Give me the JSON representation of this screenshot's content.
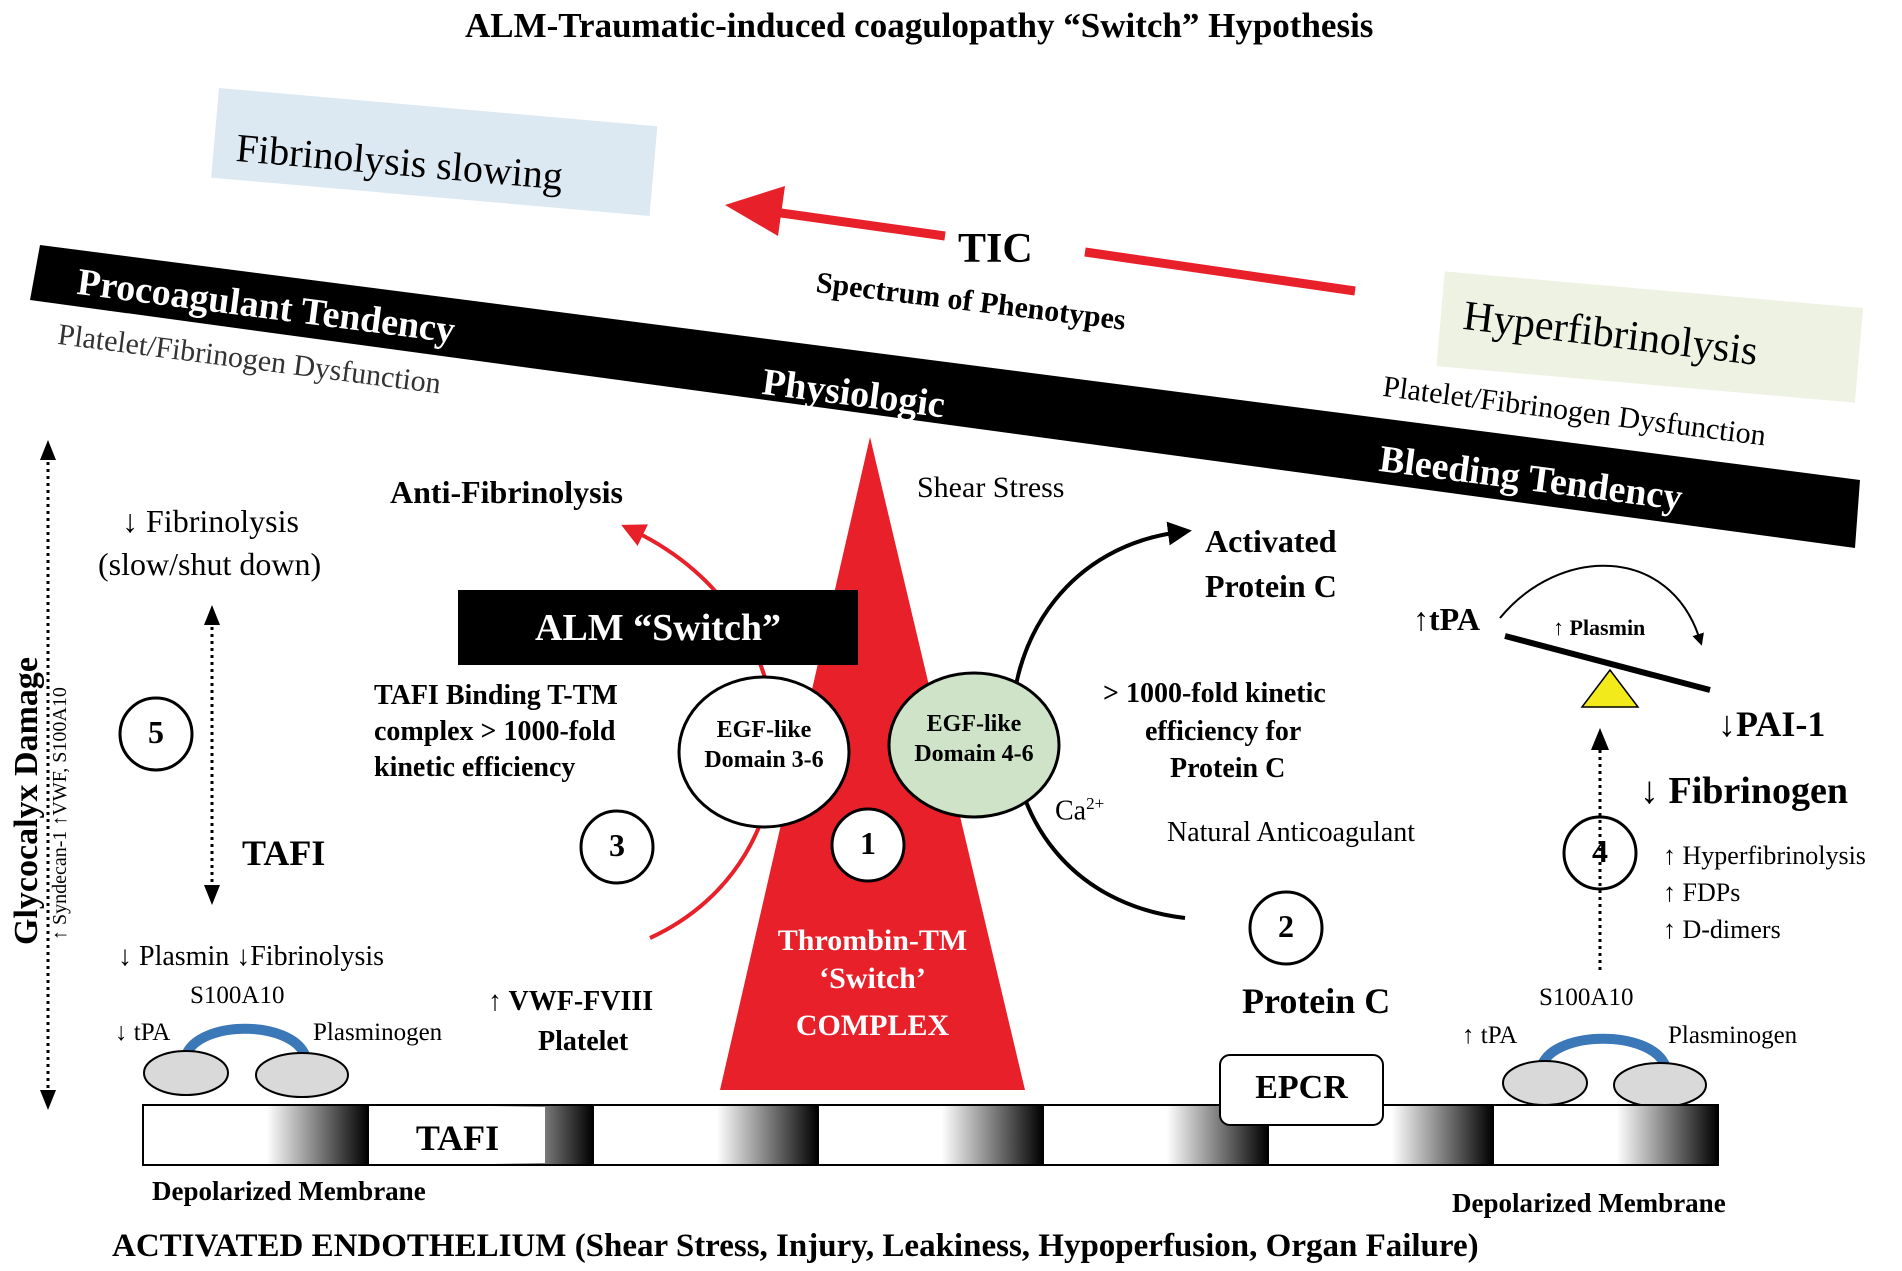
{
  "title": "ALM-Traumatic-induced coagulopathy “Switch” Hypothesis",
  "top": {
    "fibrinolysis_slowing": "Fibrinolysis slowing",
    "tic": "TIC",
    "spectrum": "Spectrum of Phenotypes",
    "hyperfibrinolysis": "Hyperfibrinolysis"
  },
  "bar": {
    "procoagulant": "Procoagulant Tendency",
    "physiologic": "Physiologic",
    "bleeding": "Bleeding Tendency",
    "dysfunction_left": "Platelet/Fibrinogen Dysfunction",
    "dysfunction_right": "Platelet/Fibrinogen Dysfunction"
  },
  "left": {
    "fibrinolysis_down_1": "↓ Fibrinolysis",
    "fibrinolysis_down_2": "(slow/shut down)",
    "step5": "5",
    "tafi": "TAFI",
    "glycocalyx": "Glycocalyx Damage",
    "markers": "↑ Syndecan-1  ↑VWF, S100A10",
    "plasmin_row": "↓ Plasmin  ↓Fibrinolysis",
    "s100a10": "S100A10",
    "tpa": "↓ tPA",
    "plasminogen": "Plasminogen"
  },
  "center": {
    "anti_fibrinolysis": "Anti-Fibrinolysis",
    "alm_switch": "ALM “Switch”",
    "tafi_binding_1": "TAFI Binding T-TM",
    "tafi_binding_2": "complex > 1000-fold",
    "tafi_binding_3": "kinetic efficiency",
    "egf36_1": "EGF-like",
    "egf36_2": "Domain 3-6",
    "egf46_1": "EGF-like",
    "egf46_2": "Domain 4-6",
    "shear_stress": "Shear Stress",
    "step1": "1",
    "step3": "3",
    "thrombin_1": "Thrombin-TM",
    "thrombin_2": "‘Switch’",
    "thrombin_3": "COMPLEX",
    "vwf_1": "↑  VWF-FVIII",
    "vwf_2": "Platelet",
    "ca": "Ca",
    "ca_sup": "2+"
  },
  "right": {
    "activated_1": "Activated",
    "activated_2": "Protein C",
    "kinetic_1": "> 1000-fold kinetic",
    "kinetic_2": "efficiency for",
    "kinetic_3": "Protein C",
    "natural_anticoag": "Natural Anticoagulant",
    "step2": "2",
    "protein_c": "Protein C",
    "epcr": "EPCR",
    "tpa_up": "↑tPA",
    "plasmin_up": "↑ Plasmin",
    "pai1": "↓PAI-1",
    "fibrinogen_down": "↓ Fibrinogen",
    "step4": "4",
    "hyper_1": "↑ Hyperfibrinolysis",
    "hyper_2": "↑ FDPs",
    "hyper_3": "↑ D-dimers",
    "s100a10": "S100A10",
    "tpa_small": "↑ tPA",
    "plasminogen": "Plasminogen"
  },
  "membrane": {
    "tafi": "TAFI",
    "depolarized_left": "Depolarized Membrane",
    "depolarized_right": "Depolarized Membrane"
  },
  "footer": "ACTIVATED ENDOTHELIUM (Shear Stress, Injury, Leakiness, Hypoperfusion, Organ Failure)",
  "colors": {
    "red": "#e8202a",
    "black": "#000000",
    "egf_green": "#cfe3c8",
    "blue_box": "#dce9f2",
    "green_box": "#eef2e3",
    "blue_link": "#3b78b8",
    "yellow": "#f2ea1a",
    "grey_oval": "#d9d9d9"
  }
}
